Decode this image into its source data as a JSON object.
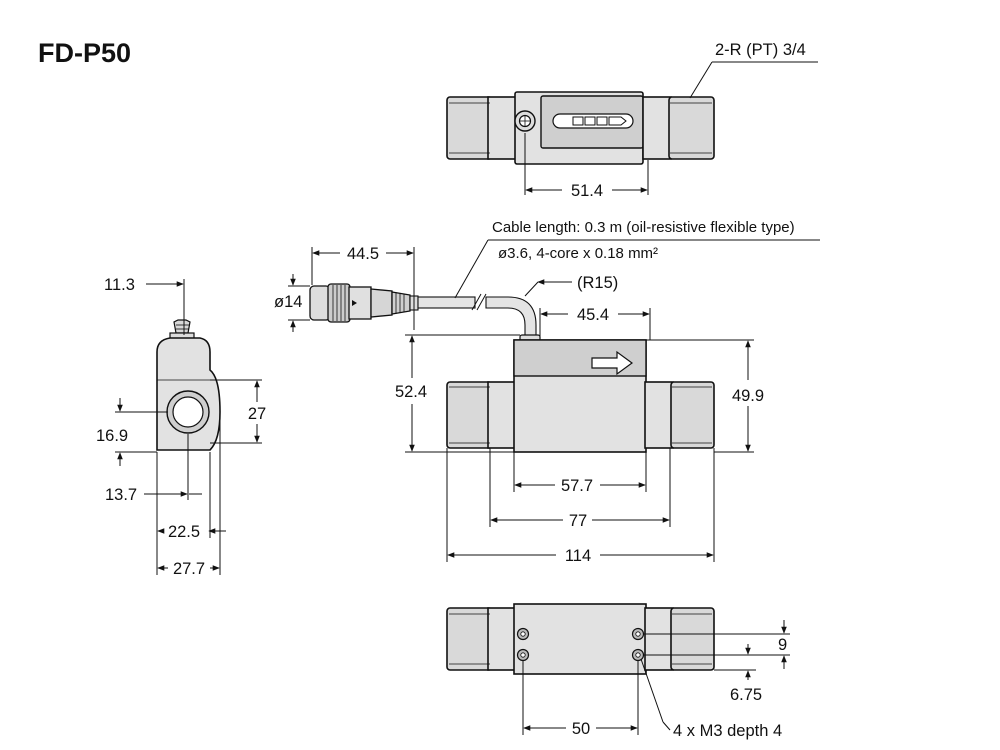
{
  "title": "FD-P50",
  "top_view": {
    "thread_label": "2-R (PT) 3/4",
    "dim_width": "51.4"
  },
  "cable": {
    "length_note": "Cable length: 0.3 m (oil-resistive flexible type)",
    "spec_note": "ø3.6, 4-core x 0.18 mm²",
    "bend_radius": "(R15)",
    "connector_length": "44.5",
    "connector_dia": "ø14"
  },
  "side_view": {
    "dim_top_offset": "11.3",
    "dim_height": "27",
    "dim_center": "16.9",
    "dim_13_7": "13.7",
    "dim_22_5": "22.5",
    "dim_27_7": "27.7"
  },
  "front_view": {
    "dim_45_4": "45.4",
    "dim_52_4": "52.4",
    "dim_49_9": "49.9",
    "dim_57_7": "57.7",
    "dim_77": "77",
    "dim_114": "114"
  },
  "bottom_view": {
    "dim_9": "9",
    "dim_6_75": "6.75",
    "dim_50": "50",
    "holes_note": "4 x M3 depth 4"
  }
}
